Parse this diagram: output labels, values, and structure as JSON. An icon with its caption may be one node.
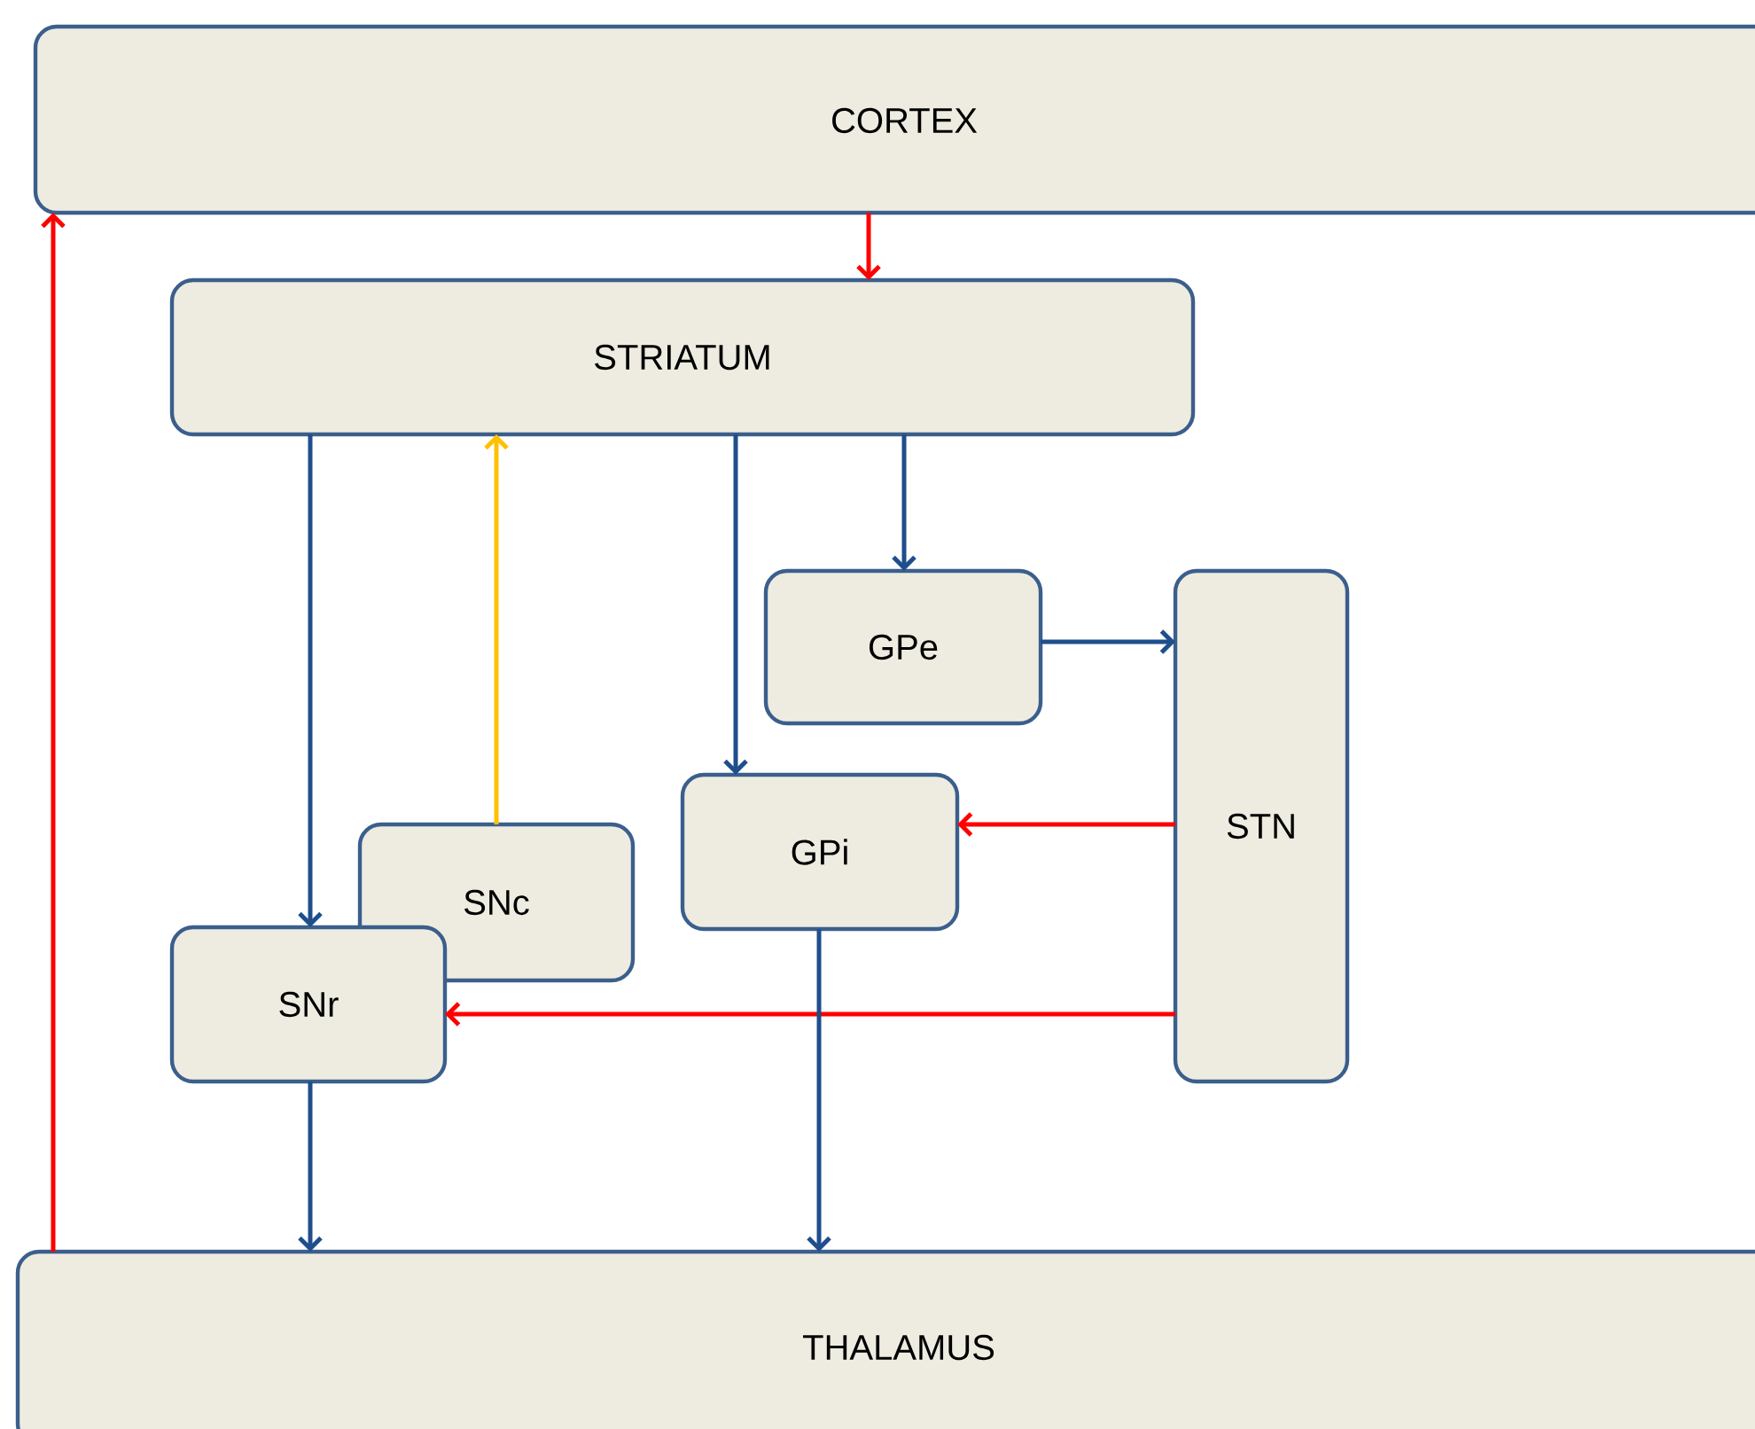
{
  "diagram": {
    "nodes": [
      {
        "text": [
          "CORTEX"
        ]
      },
      {
        "text": [
          "STRIATUM"
        ]
      },
      {
        "text": [
          "GPe"
        ]
      },
      {
        "text": [
          "STN"
        ]
      },
      {
        "text": [
          "GPi"
        ]
      },
      {
        "text": [
          "SNc"
        ]
      },
      {
        "text": [
          "SNr"
        ]
      },
      {
        "text": [
          "THALAMUS"
        ]
      }
    ],
    "edges": [
      {
        "from": 0,
        "to": 1,
        "arrow": "to",
        "color": "#ff0000"
      },
      {
        "from": 1,
        "to": 6,
        "arrow": "to"
      },
      {
        "from": 5,
        "to": 1,
        "arrow": "to",
        "color": "#ffc000"
      },
      {
        "from": 1,
        "to": 4,
        "arrow": "to"
      },
      {
        "from": 1,
        "to": 2,
        "arrow": "to"
      },
      {
        "from": 2,
        "to": 3,
        "arrow": "to"
      },
      {
        "from": 3,
        "to": 4,
        "arrow": "to",
        "color": "#ff0000"
      },
      {
        "from": 3,
        "to": 6,
        "arrow": "to",
        "color": "#ff0000"
      },
      {
        "from": 6,
        "to": 7,
        "arrow": "to"
      },
      {
        "from": 4,
        "to": 7,
        "arrow": "to"
      },
      {
        "from": 7,
        "to": 0,
        "arrow": "to",
        "color": "#ff0000"
      }
    ]
  }
}
